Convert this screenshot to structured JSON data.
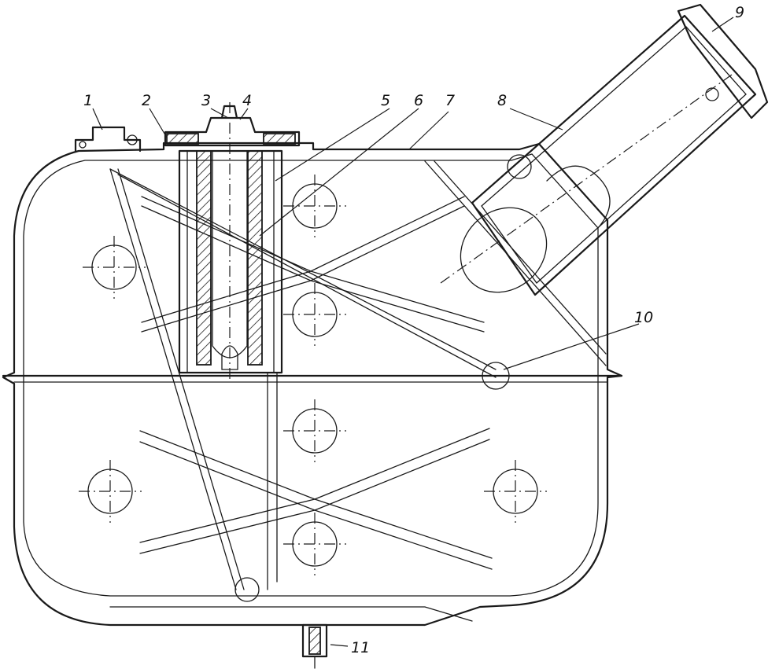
{
  "callouts": {
    "c1": "1",
    "c2": "2",
    "c3": "3",
    "c4": "4",
    "c5": "5",
    "c6": "6",
    "c7": "7",
    "c8": "8",
    "c9": "9",
    "c10": "10",
    "c11": "11"
  },
  "colors": {
    "ink": "#1a1a1a",
    "paper": "#ffffff"
  }
}
